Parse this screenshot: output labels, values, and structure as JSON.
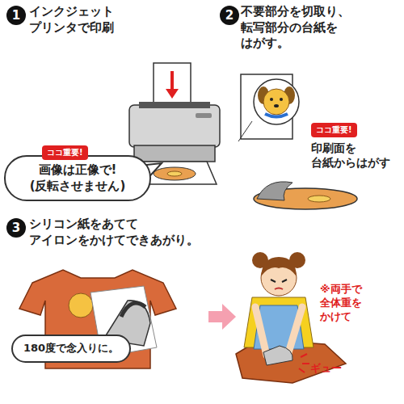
{
  "diagram": {
    "nodes": [
      {
        "text": [
          "1"
        ]
      },
      {
        "text": [
          "2"
        ]
      },
      {
        "text": [
          "ココ重要!"
        ]
      },
      {
        "text": [
          "画像は正像で! (反転させません)"
        ]
      },
      {
        "text": [
          "ココ重要!"
        ]
      },
      {
        "text": [
          "3"
        ]
      },
      {
        "text": [
          "180度で念入りに。"
        ]
      }
    ],
    "labels": [
      "インクジェット プリンタで印刷",
      "不要部分を切取り、 転写部分の台紙を はがす。",
      "印刷面を 台紙からはがす",
      "シリコン紙をあてて アイロンをかけてできあがり。",
      "※両手で 全体重を かけて",
      "ギュー"
    ]
  }
}
